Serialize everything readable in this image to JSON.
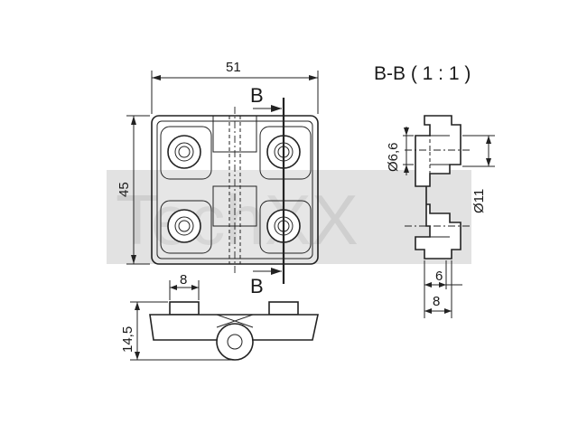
{
  "drawing": {
    "watermark": "TechXX",
    "section_label": "B-B ( 1 : 1 )",
    "cut_marker_top": "B",
    "cut_marker_bottom": "B",
    "dimensions": {
      "width": "51",
      "height": "45",
      "lug_width": "8",
      "thickness": "14,5",
      "hole_diameter": "Ø6,6",
      "counterbore_diameter": "Ø11",
      "section_depth_6": "6",
      "section_depth_8": "8"
    }
  }
}
